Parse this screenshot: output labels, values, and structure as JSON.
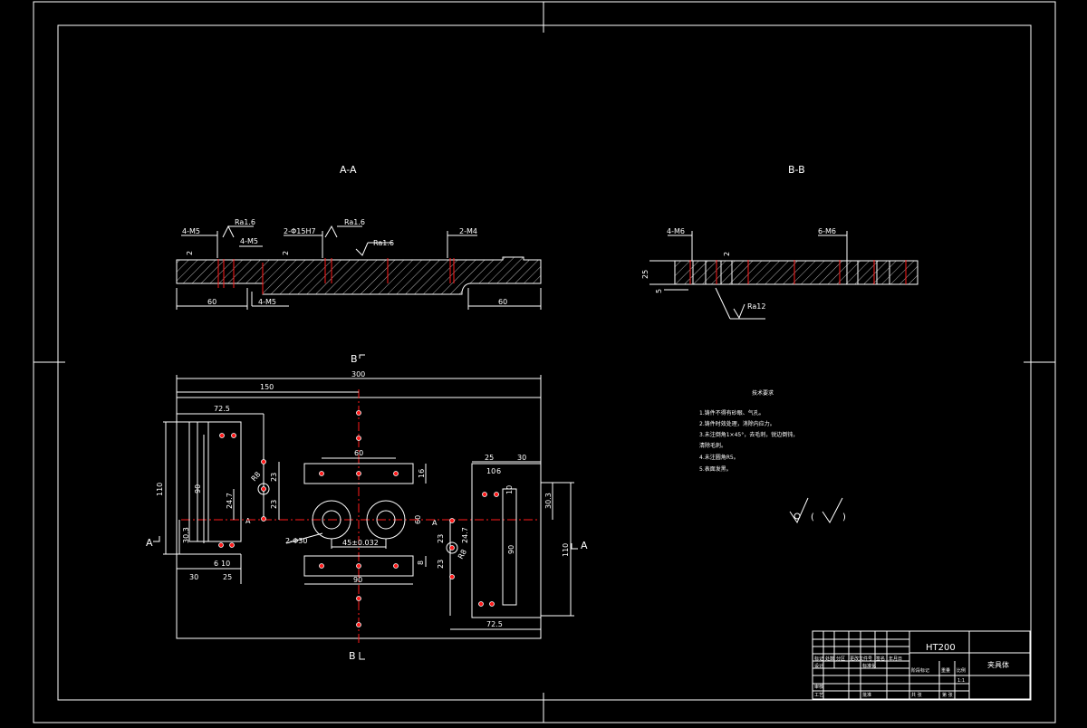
{
  "views": {
    "section_aa": {
      "title": "A-A",
      "callouts": [
        "4-M5",
        "2-Φ15H7",
        "2-M4",
        "4-M5",
        "Ra1.6",
        "Ra1.6",
        "Ra1.6"
      ],
      "dims": [
        "60",
        "60",
        "2",
        "2"
      ]
    },
    "section_bb": {
      "title": "B-B",
      "callouts": [
        "4-M6",
        "6-M6",
        "Ra12"
      ],
      "dims": [
        "2",
        "25",
        "5"
      ]
    },
    "plan": {
      "cut_marks": [
        "B",
        "B",
        "A",
        "A",
        "A",
        "A"
      ],
      "dims": {
        "overall_width": "300",
        "half_width": "150",
        "left_offset": "72.5",
        "left_height": "110",
        "left_inner": "90",
        "left_bottom": "30.3",
        "left_30": "30",
        "left_6": "6",
        "left_10": "10",
        "left_25": "25",
        "left_247": "24.7",
        "left_23a": "23",
        "left_23b": "23",
        "left_r8": "R8",
        "center_top_60": "60",
        "center_16": "16",
        "center_60v": "60",
        "center_bore_pitch": "45±0.032",
        "center_bores": "2-Φ30",
        "center_90": "90",
        "center_8": "8",
        "right_25": "25",
        "right_30": "30",
        "right_10a": "10",
        "right_6": "6",
        "right_10b": "10",
        "right_303": "30.3",
        "right_110": "110",
        "right_90": "90",
        "right_247": "24.7",
        "right_23a": "23",
        "right_23b": "23",
        "right_r8": "R8",
        "right_725": "72.5"
      }
    }
  },
  "tech_requirements": {
    "heading": "技术要求",
    "items": [
      "1.铸件不得有砂眼、气孔。",
      "2.铸件时效处理，消除内应力。",
      "3.未注倒角1×45°，去毛刺，锐边倒钝，",
      "   清除毛刺。",
      "4.未注圆角R5。",
      "5.表面发黑。"
    ]
  },
  "roughness_symbol": "√( √ )",
  "title_block": {
    "material": "HT200",
    "part_name": "夹具体",
    "cells": [
      "标记",
      "处数",
      "分区",
      "更改文件号",
      "签名",
      "年月日",
      "设计",
      "标准化",
      "阶段标记",
      "重量",
      "比例",
      "审核",
      "工艺",
      "批准",
      "1:1",
      "共 张",
      "第 张"
    ]
  }
}
